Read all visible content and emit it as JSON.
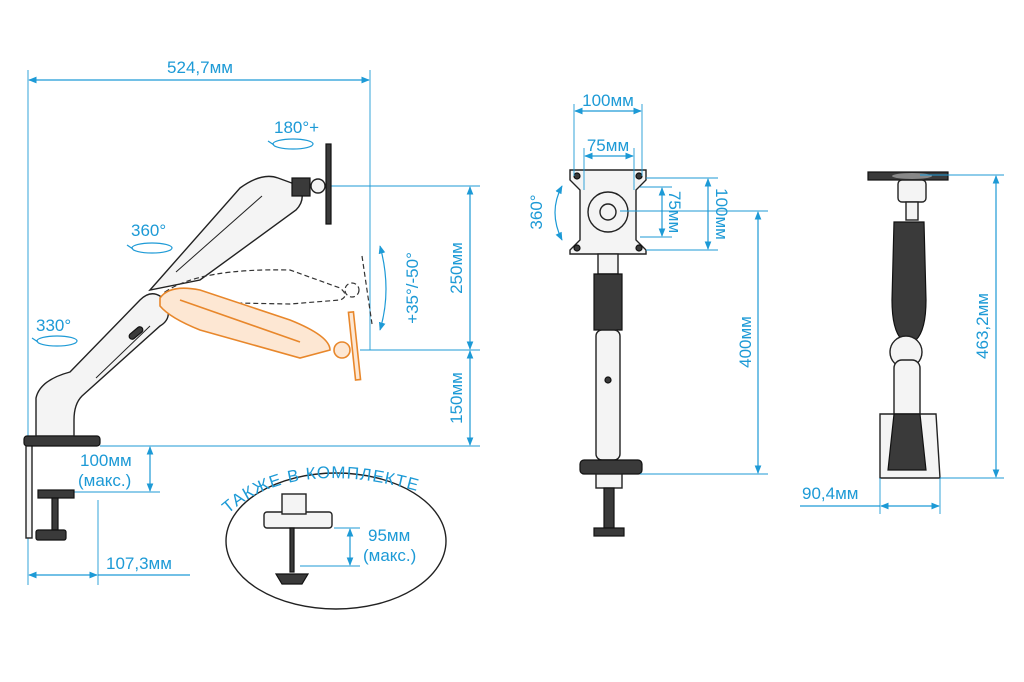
{
  "colors": {
    "dimension": "#1d9ad6",
    "outline": "#222222",
    "tilt_position": "#e8872b",
    "background": "#ffffff"
  },
  "side_view": {
    "overall_width": "524,7мм",
    "swivel_monitor": "180°+",
    "swivel_arm": "360°",
    "swivel_base": "330°",
    "tilt": "+35°/-50°",
    "height_adjust": "250мм",
    "base_height": "150мм",
    "clamp_max": "100мм",
    "clamp_max_note": "(макс.)",
    "base_depth": "107,3мм"
  },
  "included": {
    "title": "ТАКЖЕ В КОМПЛЕКТЕ",
    "grommet_max": "95мм",
    "grommet_max_note": "(макс.)"
  },
  "front_view": {
    "vesa_outer_width": "100мм",
    "vesa_inner_width": "75мм",
    "vesa_inner_height": "75мм",
    "vesa_outer_height": "100мм",
    "rotation": "360°",
    "pole_height": "400мм"
  },
  "back_view": {
    "total_height": "463,2мм",
    "base_width": "90,4мм"
  }
}
